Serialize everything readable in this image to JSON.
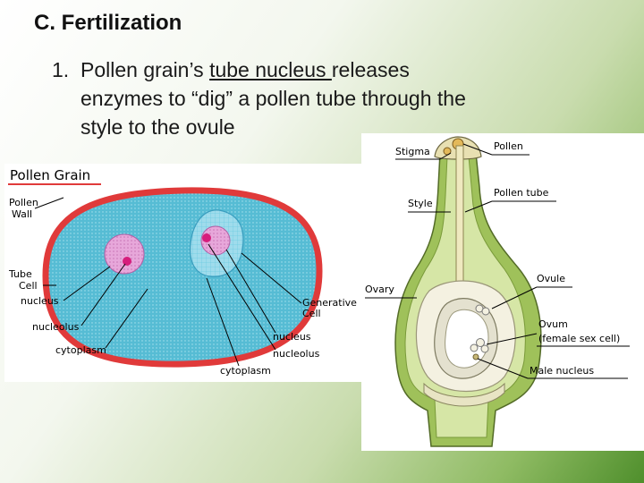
{
  "heading": "C. Fertilization",
  "point": {
    "number": "1.",
    "pre": "Pollen grain’s ",
    "underlined": "tube nucleus ",
    "post": "releases",
    "line2": "enzymes  to “dig” a pollen tube through the",
    "line3": "style to the ovule"
  },
  "pollen_grain": {
    "title": "Pollen Grain",
    "pollen_wall": [
      "Pollen",
      "Wall"
    ],
    "tube_cell": [
      "Tube",
      "Cell"
    ],
    "nucleus_left": "nucleus",
    "nucleolus_left": "nucleolus",
    "cytoplasm_left": "cytoplasm",
    "generative_cell": [
      "Generative",
      "Cell"
    ],
    "nucleus_right": "nucleus",
    "nucleolus_right": "nucleolus",
    "cytoplasm_right": "cytoplasm"
  },
  "pistil": {
    "stigma": "Stigma",
    "pollen": "Pollen",
    "style": "Style",
    "pollen_tube": "Pollen tube",
    "ovary": "Ovary",
    "ovule": "Ovule",
    "ovum": [
      "Ovum",
      "(female sex cell)"
    ],
    "male_nucleus": "Male nucleus"
  },
  "colors": {
    "wall": "#e03a3a",
    "tube_cytoplasm": "#5bbfd6",
    "generative_cell": "#cfeff7",
    "nucleus": "#e7a7da",
    "nucleolus": "#d61e7c",
    "pistil_green": "#9fc15a",
    "pollen_tube": "#e9e3b5"
  }
}
